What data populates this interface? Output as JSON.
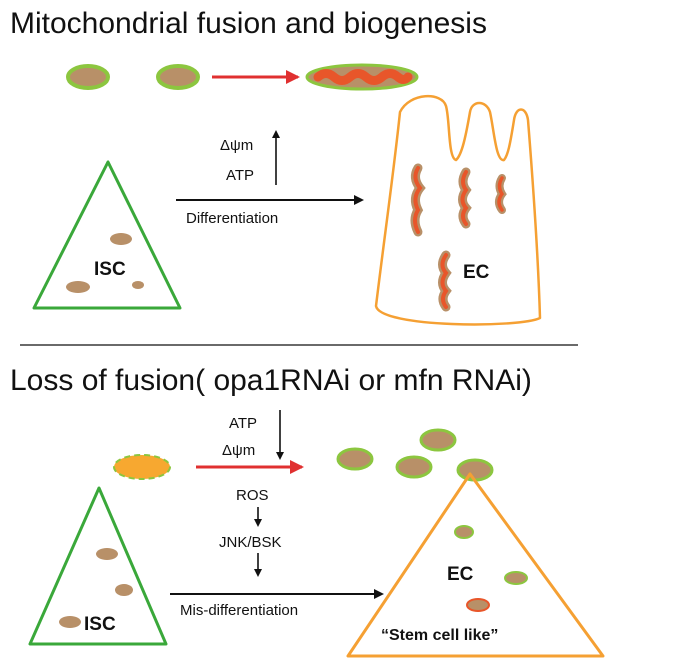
{
  "panels": {
    "top": {
      "title": "Mitochondrial fusion and biogenesis",
      "up_labels": [
        "Δψm",
        "ATP"
      ],
      "arrow_label": "Differentiation",
      "stem_cell": "ISC",
      "target_cell": "EC"
    },
    "bottom": {
      "title": "Loss of fusion( opa1RNAi or mfn RNAi)",
      "down_labels": [
        "ATP",
        "Δψm"
      ],
      "pathway": [
        "ROS",
        "JNK/BSK"
      ],
      "arrow_label": "Mis-differentiation",
      "stem_cell": "ISC",
      "target_cell": "EC",
      "target_note": "“Stem cell like”"
    }
  },
  "colors": {
    "stem_cell_outline": "#3aa83a",
    "ec_outline": "#f5a033",
    "mito_fill": "#b89068",
    "mito_edge": "#8cc63f",
    "fused_fill": "#e8562a",
    "accent_arrow": "#e03030",
    "fragment_orange": "#f7a830"
  }
}
